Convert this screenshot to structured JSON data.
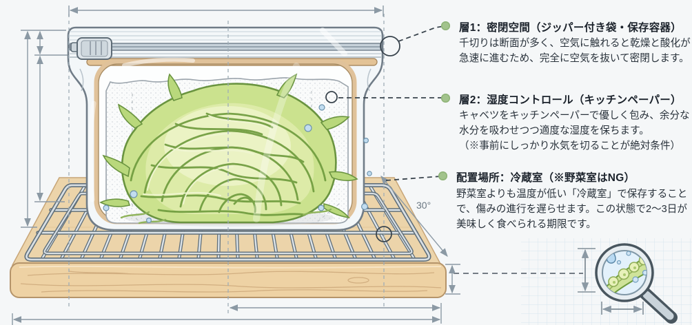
{
  "diagram": {
    "angle_label": "30°",
    "palette": {
      "background": "#f5f7f8",
      "bullet_green": "#a2c38c",
      "leader_line": "#39444d",
      "dimension_line": "#8b99a4",
      "cabbage_green": "#cbe28e",
      "cabbage_outline": "#6a9440",
      "wood": "#eed2a4",
      "paper_white": "#fafbfb",
      "bag_gray": "#f3f7f9",
      "droplet_blue": "#c2ddf0"
    }
  },
  "annotations": [
    {
      "title": "層1：密閉空間（ジッパー付き袋・保存容器）",
      "body": "千切りは断面が多く、空気に触れると乾燥と酸化が急速に進むため、完全に空気を抜いて密閉します。"
    },
    {
      "title": "層2：湿度コントロール（キッチンペーパー）",
      "body": "キャベツをキッチンペーパーで優しく包み、余分な水分を吸わせつつ適度な湿度を保ちます。\n（※事前にしっかり水気を切ることが絶対条件）"
    },
    {
      "title": "配置場所：冷蔵室（※野菜室はNG）",
      "body": "野菜室よりも温度が低い「冷蔵室」で保存することで、傷みの進行を遅らせます。この状態で2〜3日が美味しく食べられる期限です。"
    }
  ]
}
